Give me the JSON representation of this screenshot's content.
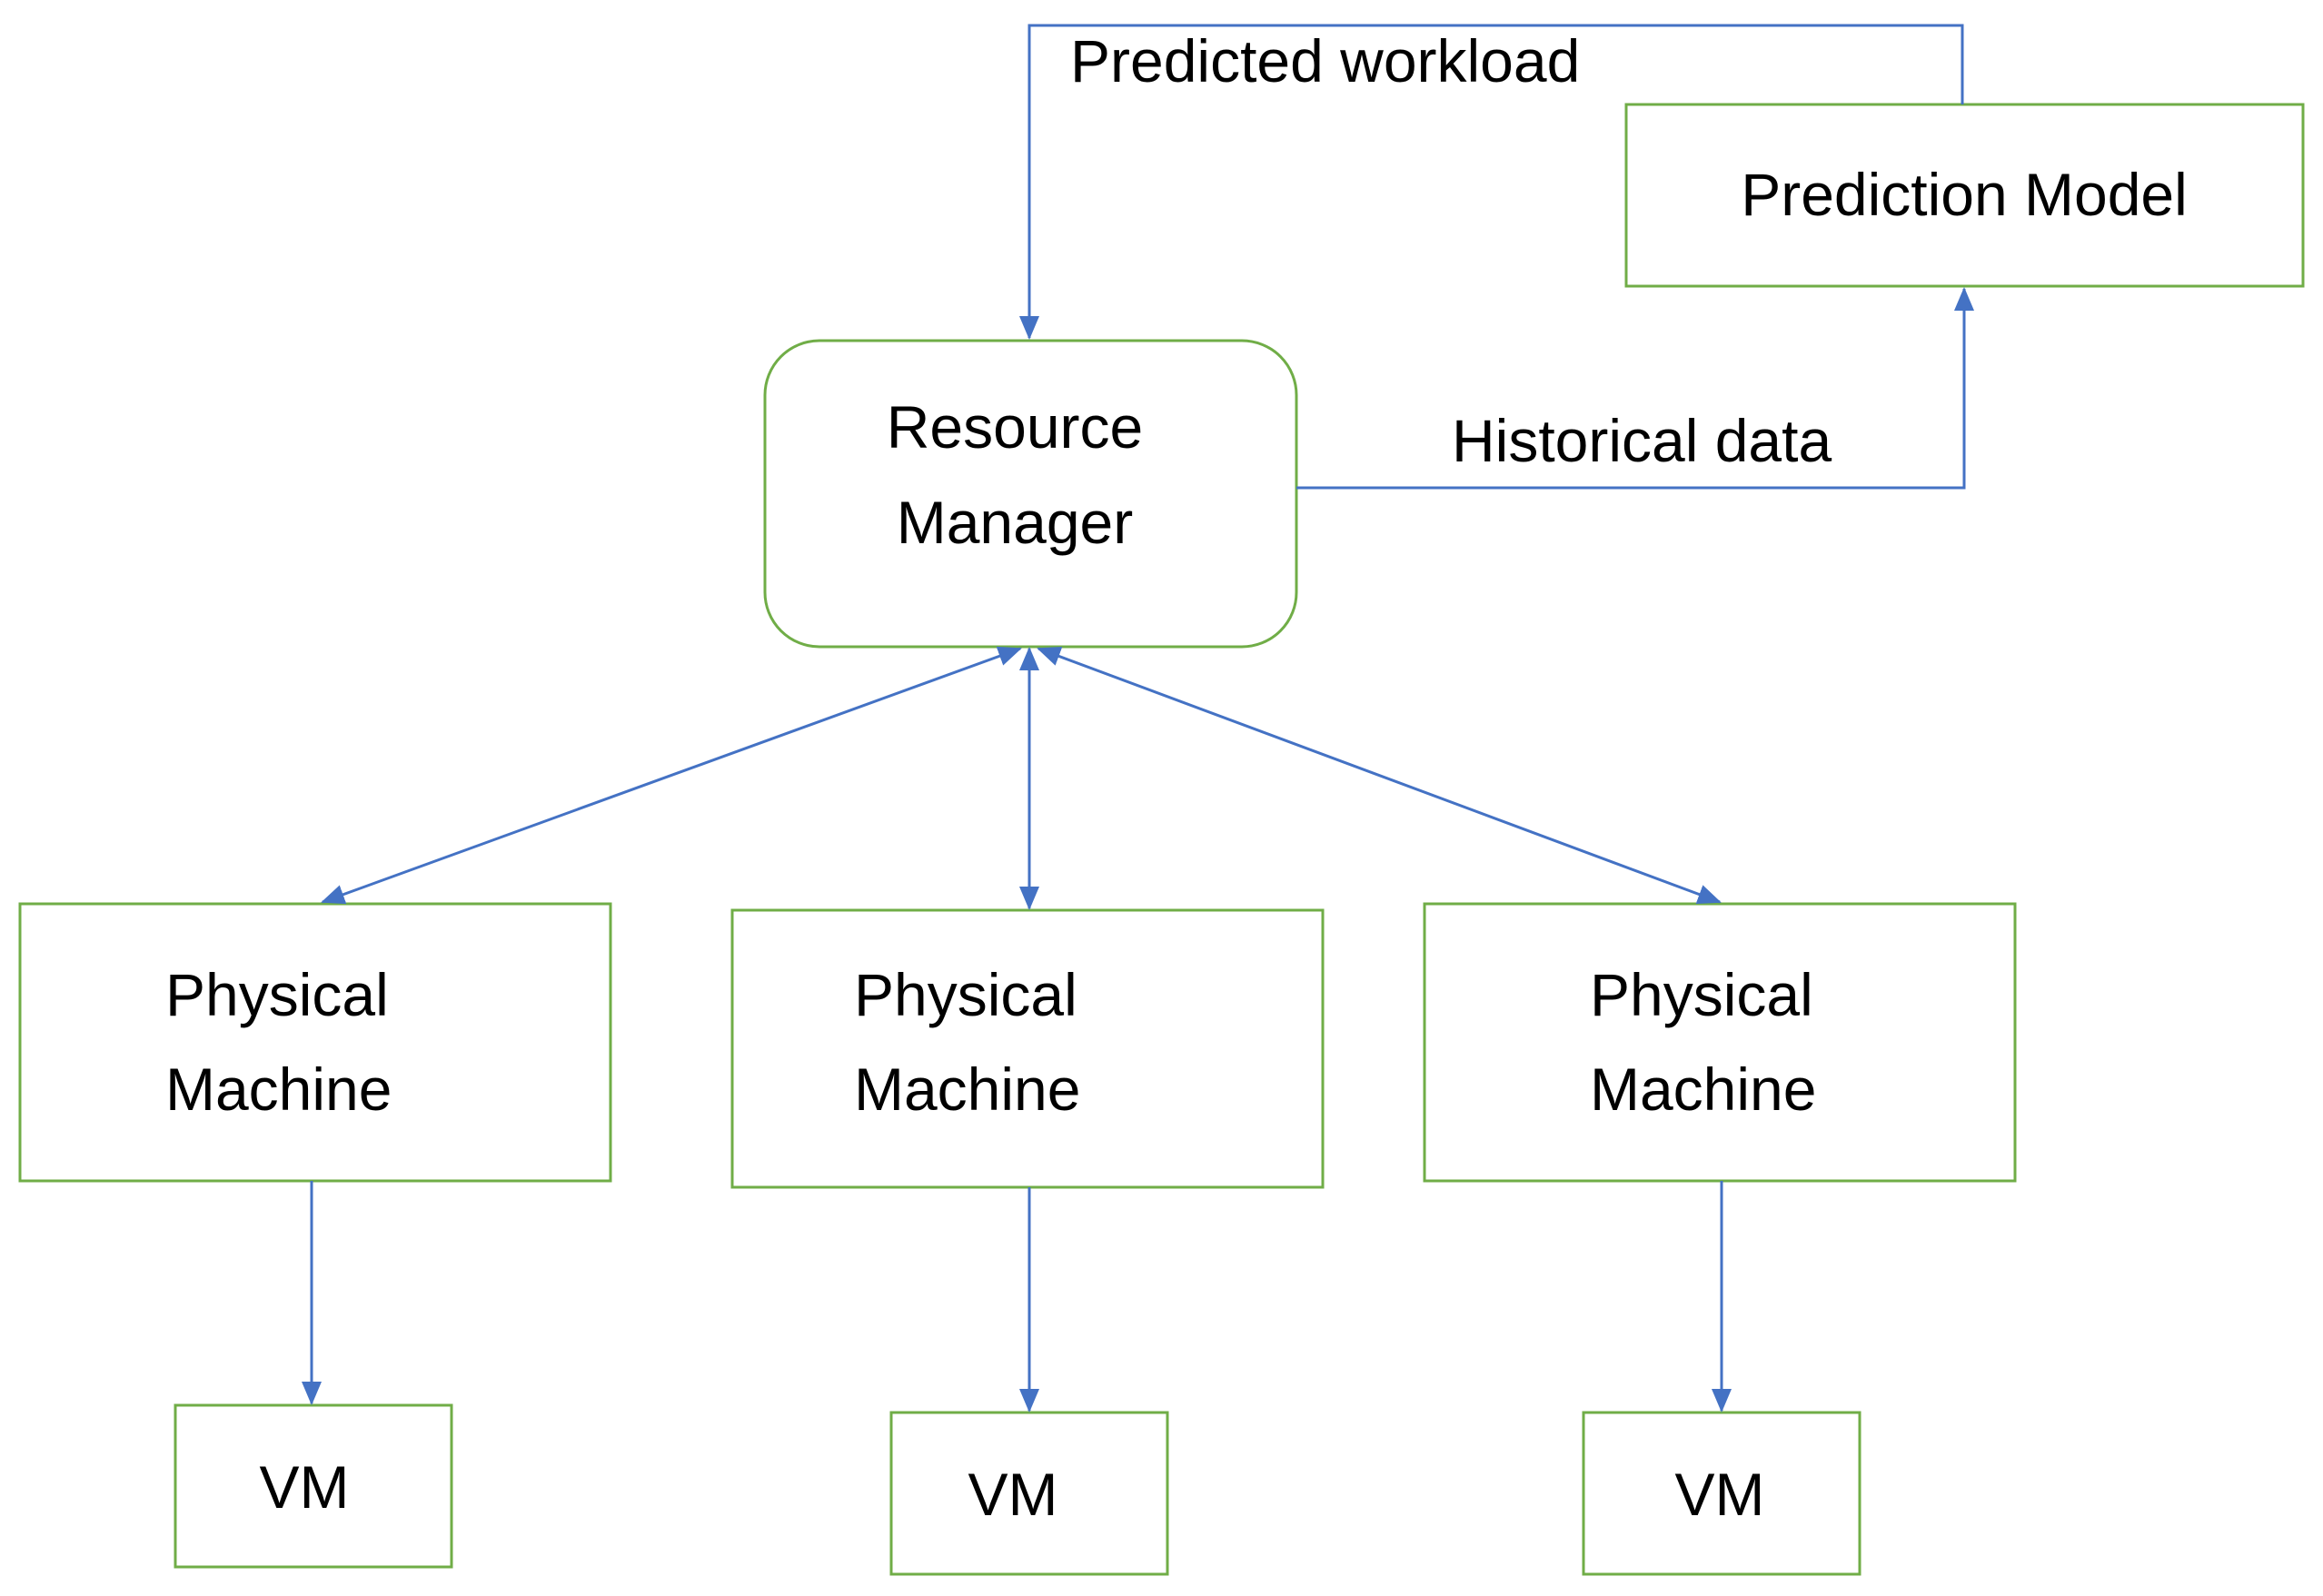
{
  "colors": {
    "box_border": "#70AD47",
    "arrow": "#4472C4",
    "text": "#000000",
    "background": "#FFFFFF"
  },
  "nodes": {
    "resource_manager": {
      "line1": "Resource",
      "line2": "Manager"
    },
    "prediction_model": {
      "label": "Prediction Model"
    },
    "pm1": {
      "line1": "Physical",
      "line2": "Machine"
    },
    "pm2": {
      "line1": "Physical",
      "line2": "Machine"
    },
    "pm3": {
      "line1": "Physical",
      "line2": "Machine"
    },
    "vm1": {
      "label": "VM"
    },
    "vm2": {
      "label": "VM"
    },
    "vm3": {
      "label": "VM"
    }
  },
  "edges": {
    "predicted_workload": {
      "label": "Predicted workload"
    },
    "historical_data": {
      "label": "Historical data"
    }
  }
}
